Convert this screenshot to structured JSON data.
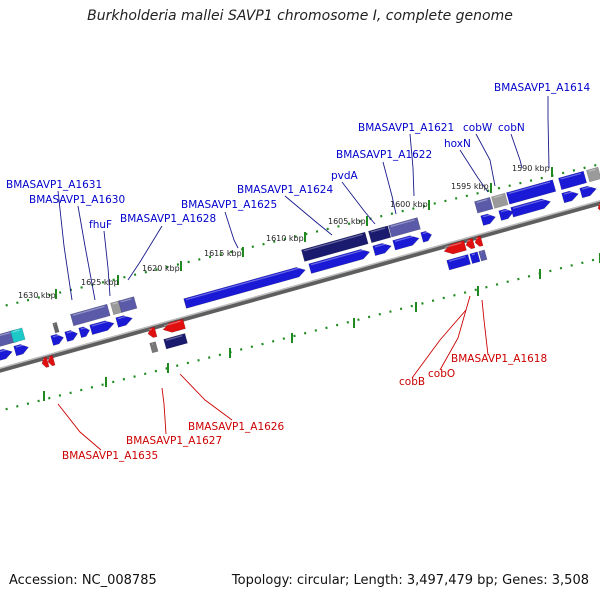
{
  "title": "Burkholderia mallei SAVP1 chromosome I, complete genome",
  "accession": "Accession: NC_008785",
  "summary": "Topology: circular; Length: 3,497,479 bp; Genes: 3,508",
  "colors": {
    "forward_gene": "#1a1ad6",
    "reverse_gene": "#e01010",
    "cds_dark": "#1a1a6e",
    "cds_mid": "#5a5aa8",
    "grey_feature": "#9a9a9a",
    "cyan_feature": "#1cc8c8",
    "backbone": "#8a8a8a",
    "ruler": "#1f8a1f",
    "forward_label": "#0000cc",
    "reverse_label": "#cc0000"
  },
  "ruler": {
    "labels": [
      "1590 kbp",
      "1595 kbp",
      "1600 kbp",
      "1605 kbp",
      "1610 kbp",
      "1615 kbp",
      "1620 kbp",
      "1625 kbp",
      "1630 kbp"
    ]
  },
  "forward_labels": [
    "BMASAVP1_A1614",
    "cobN",
    "cobW",
    "hoxN",
    "BMASAVP1_A1621",
    "BMASAVP1_A1622",
    "pvdA",
    "BMASAVP1_A1624",
    "BMASAVP1_A1625",
    "BMASAVP1_A1628",
    "fhuF",
    "BMASAVP1_A1630",
    "BMASAVP1_A1631"
  ],
  "reverse_labels": [
    "BMASAVP1_A1618",
    "cobO",
    "cobB",
    "BMASAVP1_A1626",
    "BMASAVP1_A1627",
    "BMASAVP1_A1635"
  ]
}
